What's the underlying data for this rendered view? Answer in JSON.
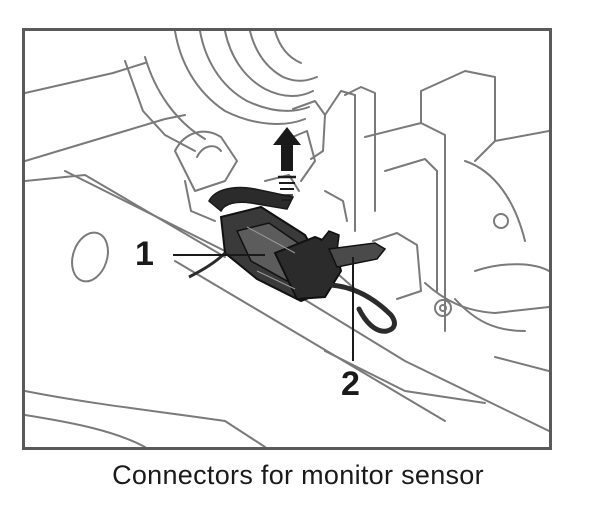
{
  "figure": {
    "callouts": [
      {
        "number": "1"
      },
      {
        "number": "2"
      }
    ],
    "caption": "Connectors for monitor sensor"
  },
  "colors": {
    "frame": "#5a5a5a",
    "line": "#555555",
    "ink": "#1a1a1a",
    "connector_fill": "#2b2b2b"
  }
}
